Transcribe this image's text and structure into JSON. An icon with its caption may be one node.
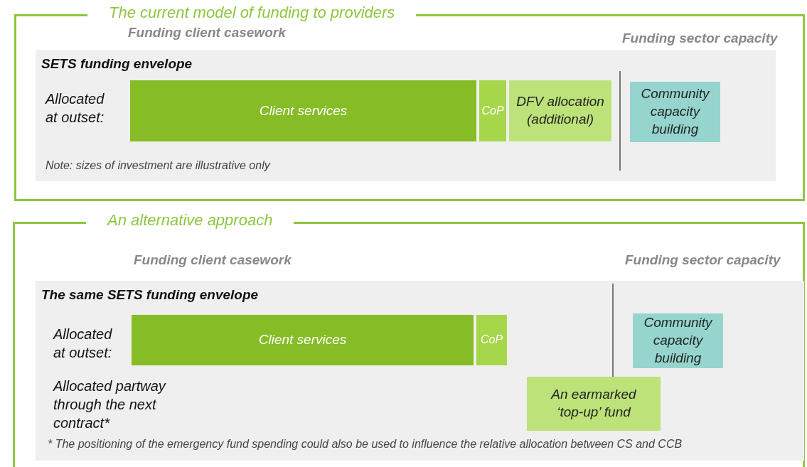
{
  "diagram": {
    "nodes": [
      {
        "text": [
          "The current model of funding to providers"
        ]
      },
      {
        "text": [
          "SETS funding envelope"
        ],
        "in": 0
      },
      {
        "text": [
          "Client services"
        ],
        "in": 1
      },
      {
        "text": [
          "CoP"
        ],
        "in": 1
      },
      {
        "text": [
          "DFV allocation (additional)"
        ],
        "in": 1
      },
      {
        "text": [
          "Community capacity building"
        ],
        "in": 1
      },
      {
        "text": [
          "An alternative approach"
        ]
      },
      {
        "text": [
          "The same SETS funding envelope"
        ],
        "in": 6
      },
      {
        "text": [
          "Client services"
        ],
        "in": 7
      },
      {
        "text": [
          "CoP"
        ],
        "in": 7
      },
      {
        "text": [
          "Community capacity building"
        ],
        "in": 7
      },
      {
        "text": [
          "An earmarked ‘top-up’ fund"
        ],
        "in": 7
      }
    ],
    "edges": [],
    "labels": [
      "Funding client casework",
      "Funding sector capacity",
      "Allocated at outset:",
      "Note: sizes of investment are illustrative only",
      "Funding client casework",
      "Funding sector capacity",
      "Allocated at outset:",
      "Allocated partway through the next contract*",
      "* The positioning of the emergency fund spending could also be used to influence the relative allocation between CS and CCB"
    ]
  }
}
